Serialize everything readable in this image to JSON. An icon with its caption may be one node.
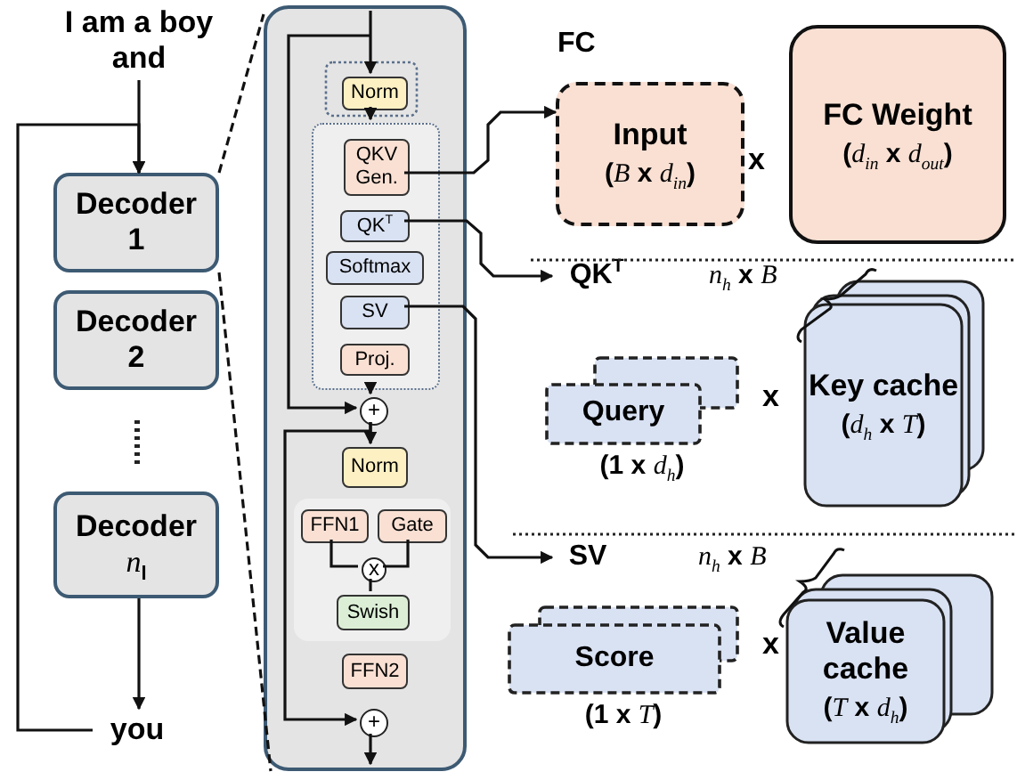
{
  "diagram": {
    "nodes": [
      {
        "text": [
          "I am a boy and"
        ]
      },
      {
        "text": [
          "Decoder 1"
        ]
      },
      {
        "text": [
          "Decoder 2"
        ]
      },
      {
        "text": [
          "Decoder *n*$_{l}$"
        ]
      },
      {
        "text": [
          "you"
        ]
      },
      {
        "text": [],
        "shape": "box"
      },
      {
        "text": [
          "Norm"
        ],
        "in": 5
      },
      {
        "text": [],
        "shape": "box",
        "in": 5
      },
      {
        "text": [
          "QKV Gen."
        ],
        "in": 7
      },
      {
        "text": [
          "QK$^{T}$"
        ],
        "in": 7
      },
      {
        "text": [
          "Softmax"
        ],
        "in": 7
      },
      {
        "text": [
          "SV"
        ],
        "in": 7
      },
      {
        "text": [
          "Proj."
        ],
        "in": 7
      },
      {
        "text": [
          "+"
        ],
        "in": 5
      },
      {
        "text": [
          "Norm"
        ],
        "in": 5
      },
      {
        "text": [],
        "shape": "box",
        "in": 5
      },
      {
        "text": [
          "FFN1"
        ],
        "in": 15
      },
      {
        "text": [
          "Gate"
        ],
        "in": 15
      },
      {
        "text": [
          "x"
        ],
        "in": 15
      },
      {
        "text": [
          "Swish"
        ],
        "in": 15
      },
      {
        "text": [
          "FFN2"
        ],
        "in": 5
      },
      {
        "text": [
          "+"
        ],
        "in": 5
      },
      {
        "text": [
          "Input",
          "(*B* x *d*$_{in}$)"
        ]
      },
      {
        "text": [
          "FC Weight",
          "(*d*$_{in}$ x *d*$_{out}$)"
        ]
      },
      {
        "text": [
          "QK$^{T}$"
        ]
      },
      {
        "text": [
          "Query"
        ],
        "beside": [
          "(1 x *d*$_{h}$)"
        ]
      },
      {
        "text": [
          "Key cache",
          "(*d*$_{h}$ x *T*)"
        ]
      },
      {
        "text": [
          "SV"
        ]
      },
      {
        "text": [
          "Score"
        ],
        "beside": [
          "(1 x *T*)"
        ]
      },
      {
        "text": [
          "Value cache",
          "(*T* x *d*$_{h}$)"
        ]
      }
    ],
    "edges": [
      {
        "from": 0,
        "to": 1,
        "arrow": "to"
      },
      {
        "from": 4,
        "to": 1,
        "arrow": "to"
      },
      {
        "from": 3,
        "to": 4,
        "arrow": "to"
      },
      {
        "from": 1,
        "to": 5,
        "arrow": "none",
        "style": "dashed"
      },
      {
        "from": 1,
        "to": 5,
        "arrow": "none",
        "style": "dashed"
      },
      {
        "from": null,
        "to": 6,
        "arrow": "to"
      },
      {
        "from": 6,
        "to": 7,
        "arrow": "to"
      },
      {
        "from": null,
        "to": 13,
        "arrow": "to"
      },
      {
        "from": 7,
        "to": 13,
        "arrow": "to"
      },
      {
        "from": 13,
        "to": 14,
        "arrow": "to"
      },
      {
        "from": 13,
        "to": 21,
        "arrow": "to"
      },
      {
        "from": 16,
        "to": 18,
        "arrow": "none"
      },
      {
        "from": 17,
        "to": 18,
        "arrow": "none"
      },
      {
        "from": 18,
        "to": 19,
        "arrow": "none"
      },
      {
        "from": 21,
        "to": null,
        "arrow": "to"
      },
      {
        "from": 8,
        "to": 22,
        "arrow": "to"
      },
      {
        "from": 9,
        "to": 24,
        "arrow": "to"
      },
      {
        "from": 11,
        "to": 27,
        "arrow": "to"
      }
    ],
    "labels": [
      "FC",
      "x",
      "*n*$_{h}$ x *B*",
      "x",
      "*n*$_{h}$ x *B*",
      "x"
    ]
  }
}
